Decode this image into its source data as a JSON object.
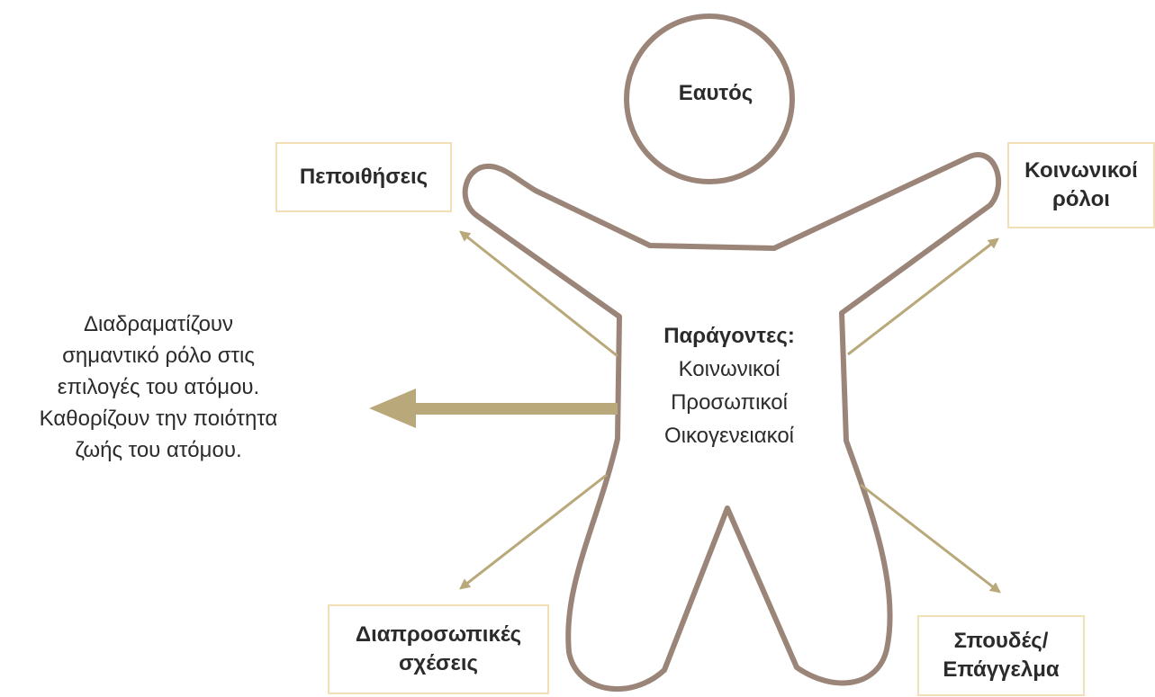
{
  "figure": {
    "head_label": "Εαυτός",
    "body_label": {
      "title": "Παράγοντες:",
      "items": [
        "Κοινωνικοί",
        "Προσωπικοί",
        "Οικογενειακοί"
      ]
    },
    "boxes": {
      "beliefs": [
        "Πεποιθήσεις"
      ],
      "social_roles": [
        "Κοινωνικοί",
        "ρόλοι"
      ],
      "relationships": [
        "Διαπροσωπικές",
        "σχέσεις"
      ],
      "studies": [
        "Σπουδές/",
        "Επάγγελμα"
      ]
    },
    "description": [
      "Διαδραματίζουν",
      "σημαντικό ρόλο στις",
      "επιλογές του ατόμου.",
      "Καθορίζουν την ποιότητα",
      "ζωής του ατόμου."
    ]
  },
  "colors": {
    "outline": "#9b8579",
    "arrow": "#b9a87a",
    "box_border": "#f3dfb6",
    "text": "#2b2b2b"
  }
}
